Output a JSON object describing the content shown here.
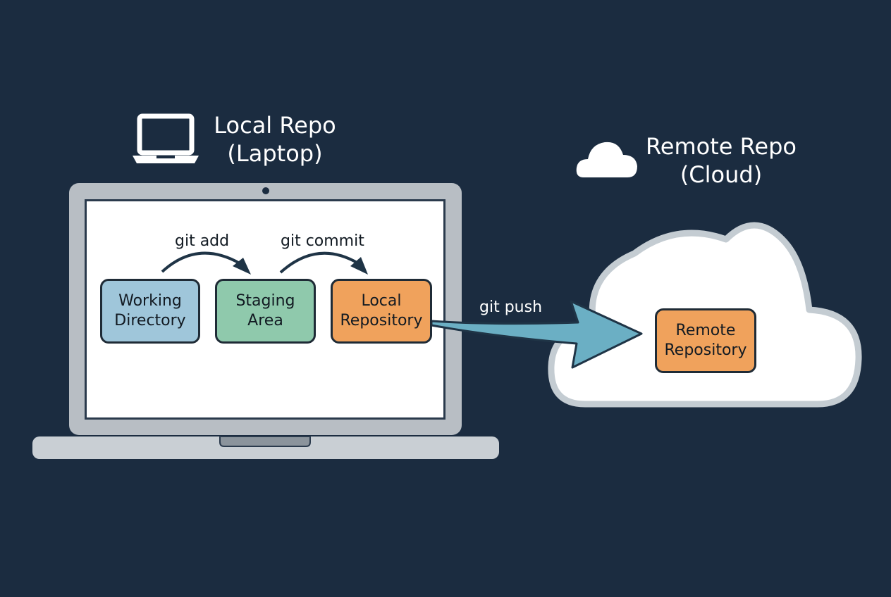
{
  "local": {
    "title_line1": "Local Repo",
    "title_line2": "(Laptop)",
    "icon": "laptop-icon"
  },
  "remote": {
    "title_line1": "Remote Repo",
    "title_line2": "(Cloud)",
    "icon": "cloud-icon"
  },
  "stages": [
    {
      "label": "Working\nDirectory",
      "color": "#9fc6da"
    },
    {
      "label": "Staging\nArea",
      "color": "#8fc9ac"
    },
    {
      "label": "Local\nRepository",
      "color": "#f0a25c"
    }
  ],
  "remote_box": {
    "label": "Remote\nRepository",
    "color": "#f0a25c"
  },
  "commands": {
    "add": "git add",
    "commit": "git commit",
    "push": "git push"
  },
  "colors": {
    "background": "#1b2c40",
    "push_arrow": "#6bafc4",
    "laptop_frame": "#b8bec4"
  }
}
